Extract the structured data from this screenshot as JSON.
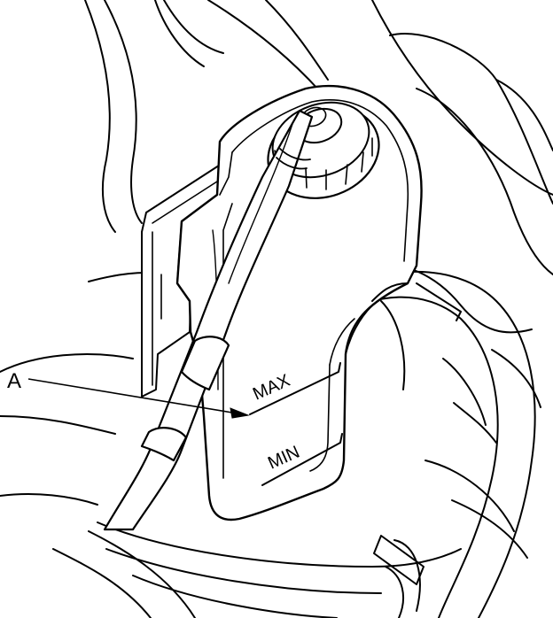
{
  "callouts": {
    "a": {
      "letter": "A"
    }
  },
  "reservoir": {
    "max_label": "MAX",
    "min_label": "MIN"
  },
  "colors": {
    "ink": "#000000",
    "paper": "#ffffff"
  }
}
